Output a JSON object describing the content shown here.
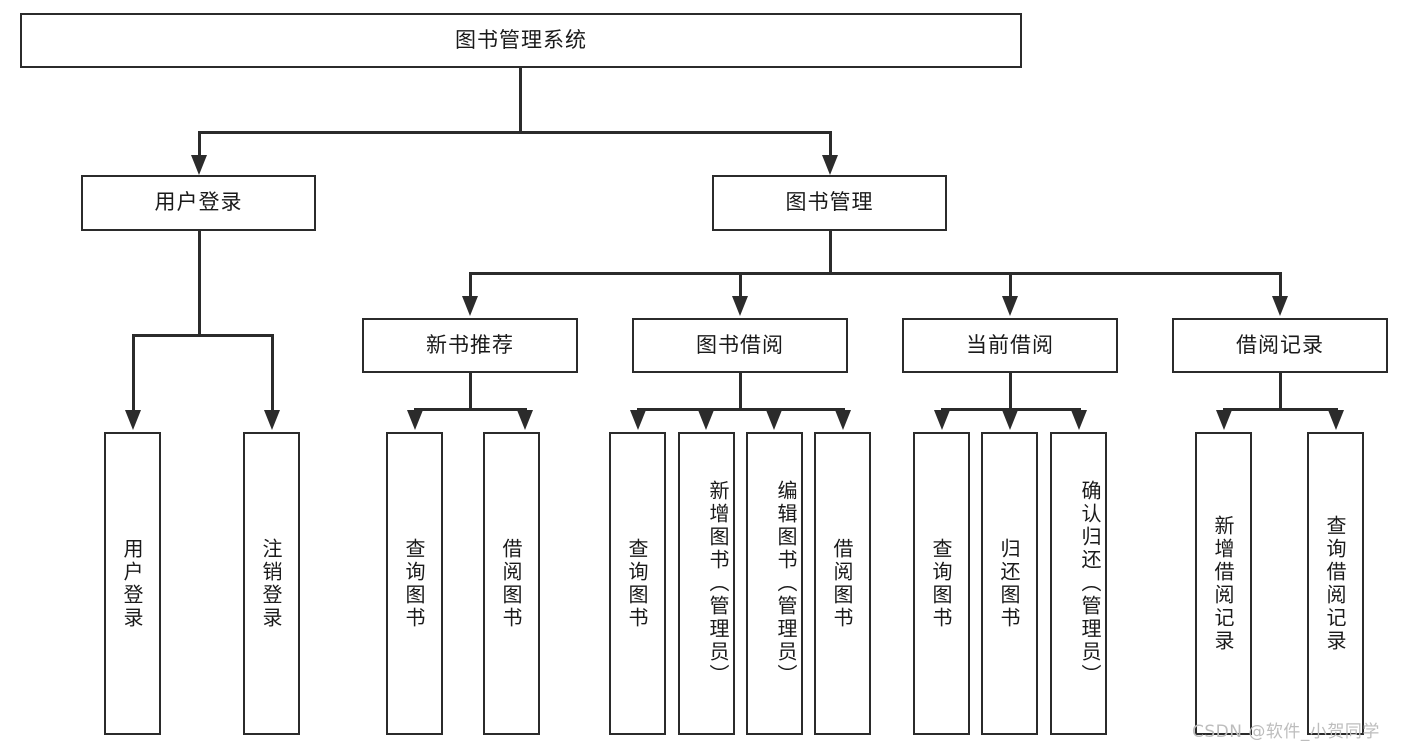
{
  "diagram": {
    "type": "tree-hierarchy",
    "title": "图书管理系统",
    "root": {
      "id": "root",
      "label": "图书管理系统",
      "level": 0
    },
    "level1": [
      {
        "id": "user-login",
        "label": "用户登录",
        "level": 1
      },
      {
        "id": "book-management",
        "label": "图书管理",
        "level": 1
      }
    ],
    "level2": [
      {
        "id": "new-book-recommend",
        "label": "新书推荐",
        "parent": "book-management",
        "level": 2
      },
      {
        "id": "book-borrow",
        "label": "图书借阅",
        "parent": "book-management",
        "level": 2
      },
      {
        "id": "current-borrow",
        "label": "当前借阅",
        "parent": "book-management",
        "level": 2
      },
      {
        "id": "borrow-record",
        "label": "借阅记录",
        "parent": "book-management",
        "level": 2
      }
    ],
    "leaves": [
      {
        "id": "leaf-user-login",
        "label": "用户登录",
        "parent": "user-login"
      },
      {
        "id": "leaf-user-logout",
        "label": "注销登录",
        "parent": "user-login"
      },
      {
        "id": "leaf-query-book-1",
        "label": "查询图书",
        "parent": "new-book-recommend"
      },
      {
        "id": "leaf-borrow-book-1",
        "label": "借阅图书",
        "parent": "new-book-recommend"
      },
      {
        "id": "leaf-query-book-2",
        "label": "查询图书",
        "parent": "book-borrow"
      },
      {
        "id": "leaf-add-book",
        "label": "新增图书（管理员）",
        "parent": "book-borrow"
      },
      {
        "id": "leaf-edit-book",
        "label": "编辑图书（管理员）",
        "parent": "book-borrow"
      },
      {
        "id": "leaf-borrow-book-2",
        "label": "借阅图书",
        "parent": "book-borrow"
      },
      {
        "id": "leaf-query-book-3",
        "label": "查询图书",
        "parent": "current-borrow"
      },
      {
        "id": "leaf-return-book",
        "label": "归还图书",
        "parent": "current-borrow"
      },
      {
        "id": "leaf-confirm-return",
        "label": "确认归还（管理员）",
        "parent": "current-borrow"
      },
      {
        "id": "leaf-add-record",
        "label": "新增借阅记录",
        "parent": "borrow-record"
      },
      {
        "id": "leaf-query-record",
        "label": "查询借阅记录",
        "parent": "borrow-record"
      }
    ],
    "colors": {
      "stroke": "#2b2b2b",
      "fill": "#ffffff",
      "text": "#1a1a1a",
      "watermark": "#bdbdbd"
    }
  },
  "watermark": {
    "text": "CSDN @软件_小贺同学"
  }
}
